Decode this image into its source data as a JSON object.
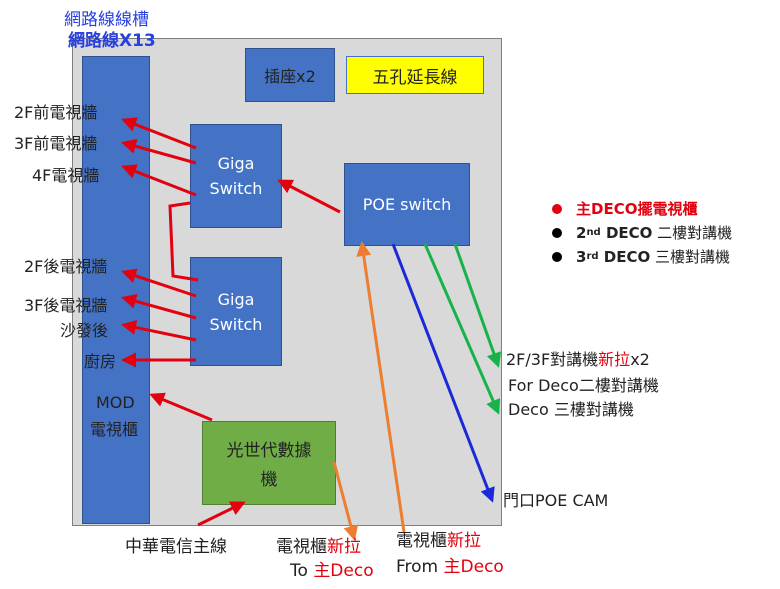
{
  "trough": {
    "title": "網路線線槽",
    "subtitle": "網路線X13"
  },
  "boxes": {
    "socket": "插座x2",
    "ext_cord": "五孔延長線",
    "giga_top_1": "Giga",
    "giga_top_2": "Switch",
    "giga_bot_1": "Giga",
    "giga_bot_2": "Switch",
    "poe": "POE switch",
    "modem_1": "光世代數據",
    "modem_2": "機"
  },
  "left_labels": {
    "tv_2f_front": "2F前電視牆",
    "tv_3f_front": "3F前電視牆",
    "tv_4f": "4F電視牆",
    "tv_2f_back": "2F後電視牆",
    "tv_3f_back": "3F後電視牆",
    "sofa_back": "沙發後",
    "kitchen": "廚房",
    "mod_1": "MOD",
    "mod_2": "電視櫃"
  },
  "right_labels": {
    "intercom_prefix": "2F/3F對講機",
    "intercom_new": "新拉",
    "intercom_suffix": "x2",
    "intercom_line2": "For Deco二樓對講機",
    "intercom_line3": "Deco 三樓對講機",
    "poe_cam": "門口POE CAM"
  },
  "bottom_labels": {
    "cht_line": "中華電信主線",
    "to_tv_prefix": "電視櫃",
    "to_tv_new": "新拉",
    "to_tv_line2_prefix": "To ",
    "to_tv_line2_main": "主Deco",
    "from_tv_prefix": "電視櫃",
    "from_tv_new": "新拉",
    "from_tv_line2_prefix": "From ",
    "from_tv_line2_main": "主Deco"
  },
  "legend": {
    "item1": "主DECO擺電視櫃",
    "item2_a": "2",
    "item2_sup": "nd",
    "item2_b": " DECO",
    "item2_c": " 二樓對講機",
    "item3_a": "3",
    "item3_sup": "rd",
    "item3_b": " DECO",
    "item3_c": " 三樓對講機"
  },
  "colors": {
    "box_blue": "#4472c4",
    "cabinet_gray": "#d9d9d9",
    "modem_green": "#70ad47",
    "cord_yellow": "#ffff00",
    "wire_red": "#e3000f",
    "wire_green": "#17b34a",
    "wire_blue": "#1a2ad8",
    "wire_orange": "#ed7d31"
  }
}
